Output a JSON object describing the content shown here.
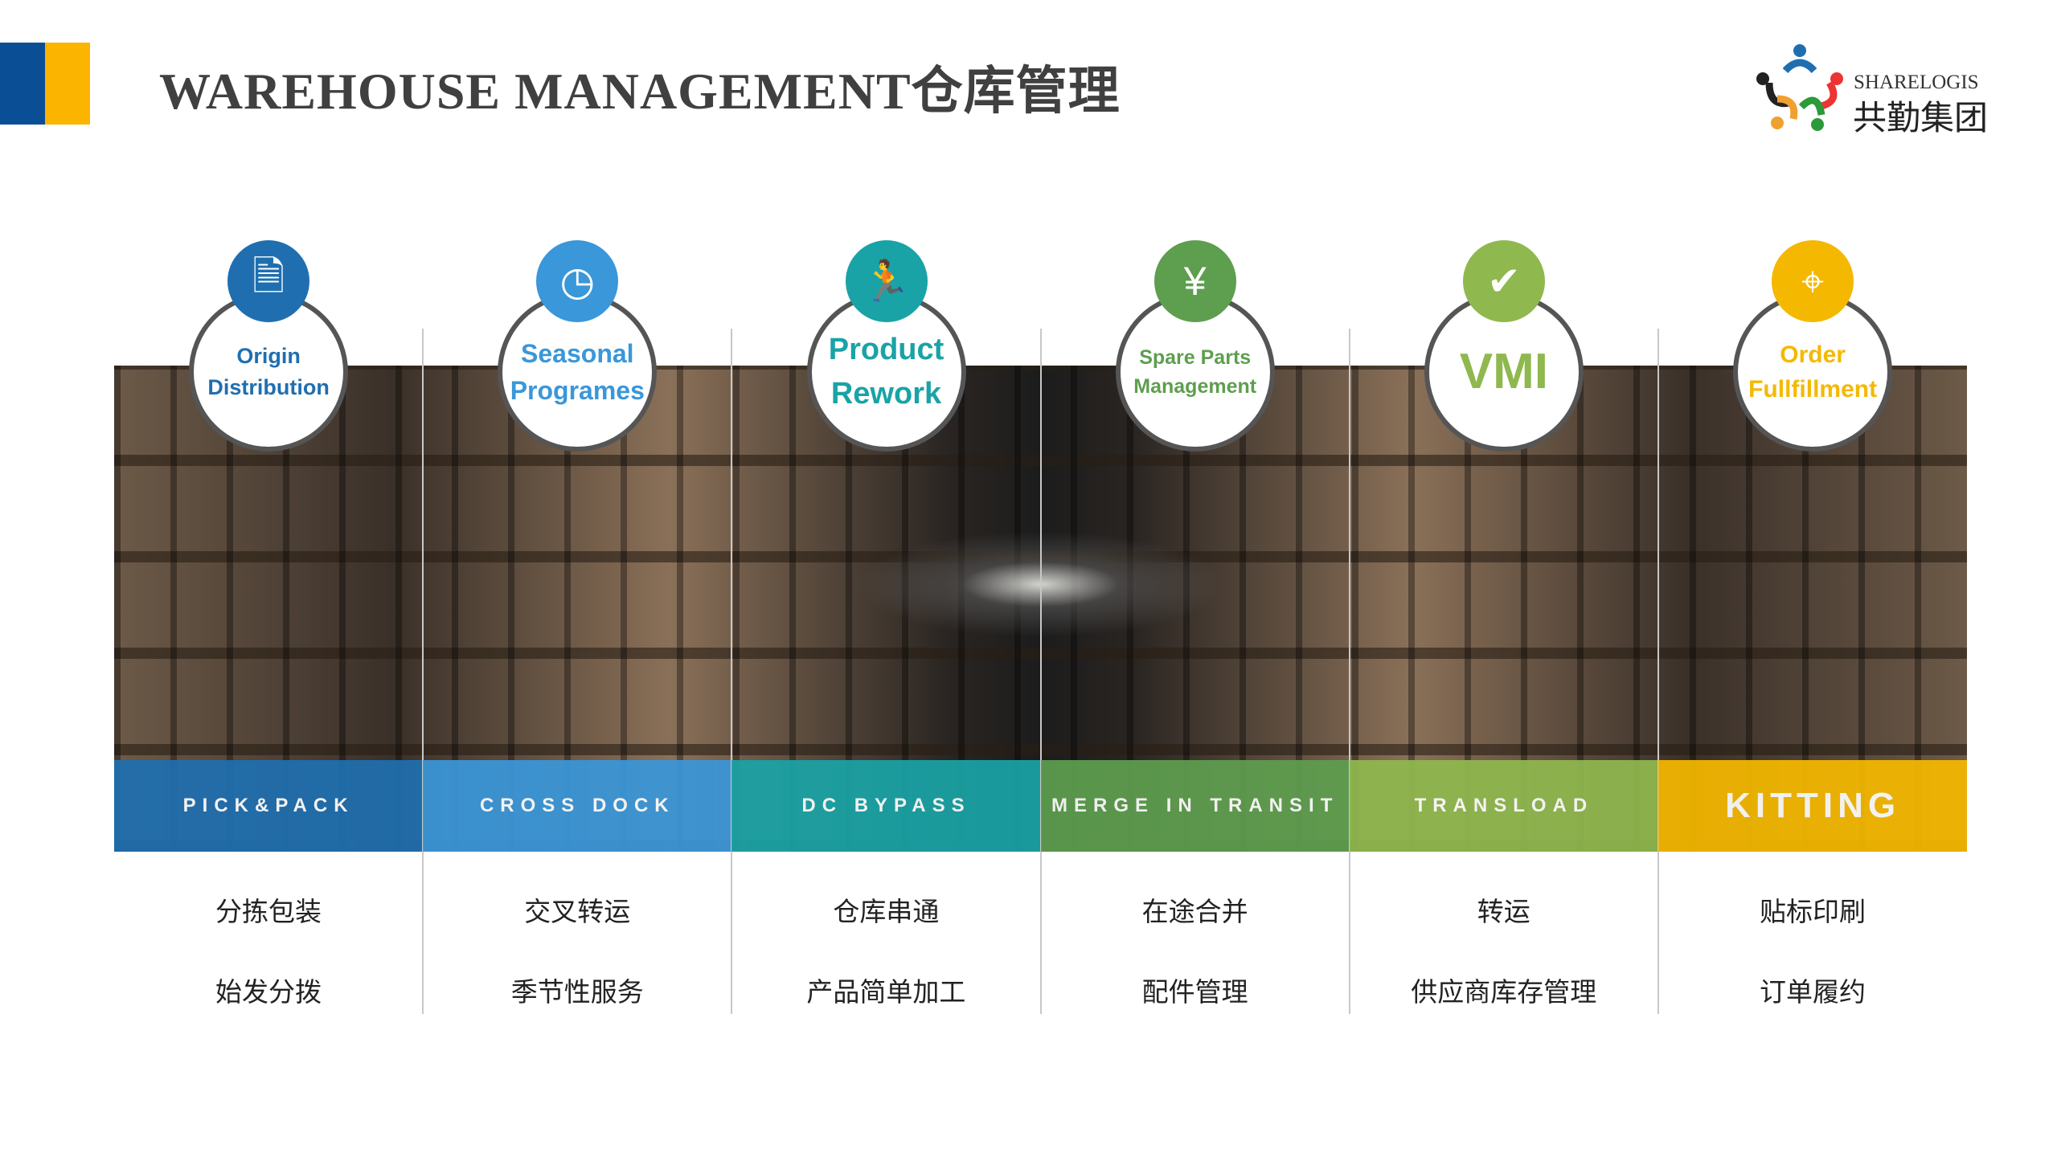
{
  "header": {
    "title": "WAREHOUSE MANAGEMENT仓库管理",
    "logo_en": "SHARELOGIS",
    "logo_cn": "共勤集团"
  },
  "columns": [
    {
      "service": "Origin Distribution",
      "band": "PICK&PACK",
      "cn1": "分拣包装",
      "cn2": "始发分拨",
      "color": "#1f6fb0",
      "icon": "document-search-icon",
      "glyph": "🗎",
      "size": "27px"
    },
    {
      "service": "Seasonal Programes",
      "band": "CROSS DOCK",
      "cn1": "交叉转运",
      "cn2": "季节性服务",
      "color": "#3a97d9",
      "icon": "clock-icon",
      "glyph": "◷",
      "size": "32px"
    },
    {
      "service": "Product Rework",
      "band": "DC BYPASS",
      "cn1": "仓库串通",
      "cn2": "产品简单加工",
      "color": "#1aa3a6",
      "icon": "running-person-icon",
      "glyph": "🏃",
      "size": "38px"
    },
    {
      "service": "Spare Parts Management",
      "band": "MERGE IN TRANSIT",
      "cn1": "在途合并",
      "cn2": "配件管理",
      "color": "#5e9e4f",
      "icon": "money-icon",
      "glyph": "¥",
      "size": "25px"
    },
    {
      "service": "VMI",
      "band": "TRANSLOAD",
      "cn1": "转运",
      "cn2": "供应商库存管理",
      "color": "#8fb84e",
      "icon": "check-circle-icon",
      "glyph": "✔",
      "size": "62px"
    },
    {
      "service": "Order Fullfillment",
      "band": "KITTING",
      "cn1": "贴标印刷",
      "cn2": "订单履约",
      "color": "#f5b800",
      "icon": "location-pin-icon",
      "glyph": "⌖",
      "size": "30px"
    }
  ]
}
